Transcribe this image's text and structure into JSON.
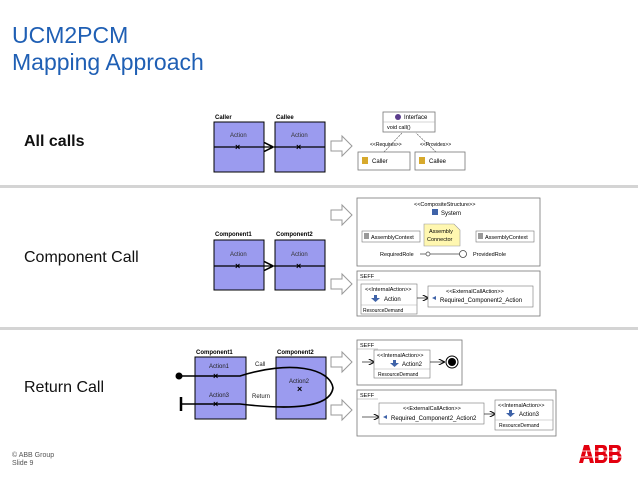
{
  "title_line1": "UCM2PCM",
  "title_line2": "Mapping Approach",
  "sections": {
    "all_calls": "All calls",
    "component_call": "Component Call",
    "return_call": "Return Call"
  },
  "diag1": {
    "caller": "Caller",
    "callee": "Callee",
    "action": "Action",
    "interface": "Interface",
    "interface_op": "void call()",
    "requires": "<<Requires>>",
    "provides": "<<Provides>>",
    "caller_comp": "Caller",
    "callee_comp": "Callee"
  },
  "diag2": {
    "component1": "Component1",
    "component2": "Component2",
    "action": "Action",
    "composite": "<<CompositeStructure>>",
    "system": "System",
    "assembly_context": "AssemblyContext",
    "assembly_connector_1": "Assembly",
    "assembly_connector_2": "Connector",
    "required_role": "RequiredRole",
    "provided_role": "ProvidedRole",
    "seff": "SEFF",
    "internal_action": "<<InternalAction>>",
    "seff_action": "Action",
    "resource_demand": "ResourceDemand",
    "external_call_action": "<<ExternalCallAction>>",
    "required_component2_action": "Required_Component2_Action"
  },
  "diag3": {
    "component1": "Component1",
    "component2": "Component2",
    "action1": "Action1",
    "action2": "Action2",
    "action3": "Action3",
    "call": "Call",
    "return": "Return",
    "seff": "SEFF",
    "internal_action": "<<InternalAction>>",
    "seff_action2": "Action2",
    "resource_demand": "ResourceDemand",
    "external_call_action": "<<ExternalCallAction>>",
    "required_component2_action2": "Required_Component2_Action2",
    "internal_action_b": "<<InternalAction>>",
    "seff_action3": "Action3",
    "resource_demand_b": "ResourceDemand"
  },
  "footer": {
    "group": "© ABB Group",
    "slide": "Slide 9"
  },
  "logo": "ABB",
  "colors": {
    "title": "#1f5fb4",
    "box_fill": "#9b9bef",
    "abb_red": "#e3000f"
  }
}
